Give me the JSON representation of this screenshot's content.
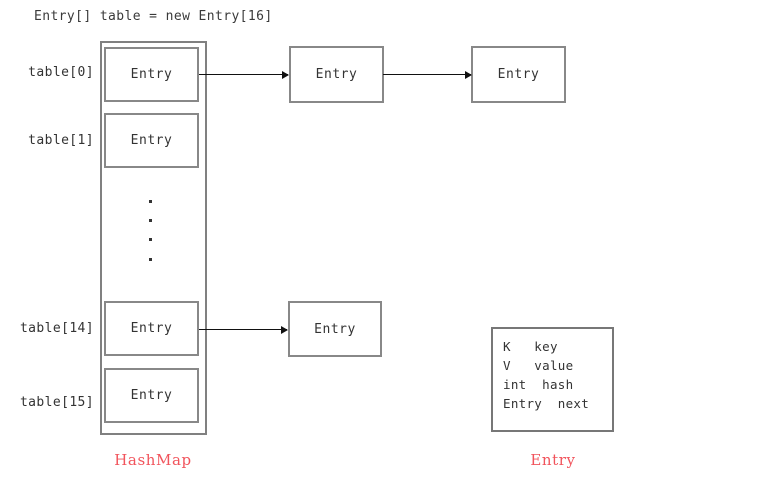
{
  "header": {
    "code": "Entry[] table = new Entry[16]"
  },
  "array": {
    "index_labels": [
      {
        "name": "table-index-0",
        "text": "table[0]"
      },
      {
        "name": "table-index-1",
        "text": "table[1]"
      },
      {
        "name": "table-index-14",
        "text": "table[14]"
      },
      {
        "name": "table-index-15",
        "text": "table[15]"
      }
    ],
    "slots": [
      {
        "index": 0,
        "label": "Entry"
      },
      {
        "index": 1,
        "label": "Entry"
      },
      {
        "index": 14,
        "label": "Entry"
      },
      {
        "index": 15,
        "label": "Entry"
      }
    ],
    "ellipsis": "...."
  },
  "chains": {
    "row0": [
      {
        "label": "Entry"
      },
      {
        "label": "Entry"
      }
    ],
    "row14": [
      {
        "label": "Entry"
      }
    ]
  },
  "legend": {
    "fields": [
      "K   key",
      "V   value",
      "int  hash",
      "Entry  next"
    ]
  },
  "captions": {
    "hashmap": "HashMap",
    "entry": "Entry"
  },
  "colors": {
    "caption_red": "#f1545c",
    "box_border": "#888888",
    "container_border": "#808080",
    "arrow": "#111111",
    "text": "#333333",
    "background": "#ffffff"
  }
}
